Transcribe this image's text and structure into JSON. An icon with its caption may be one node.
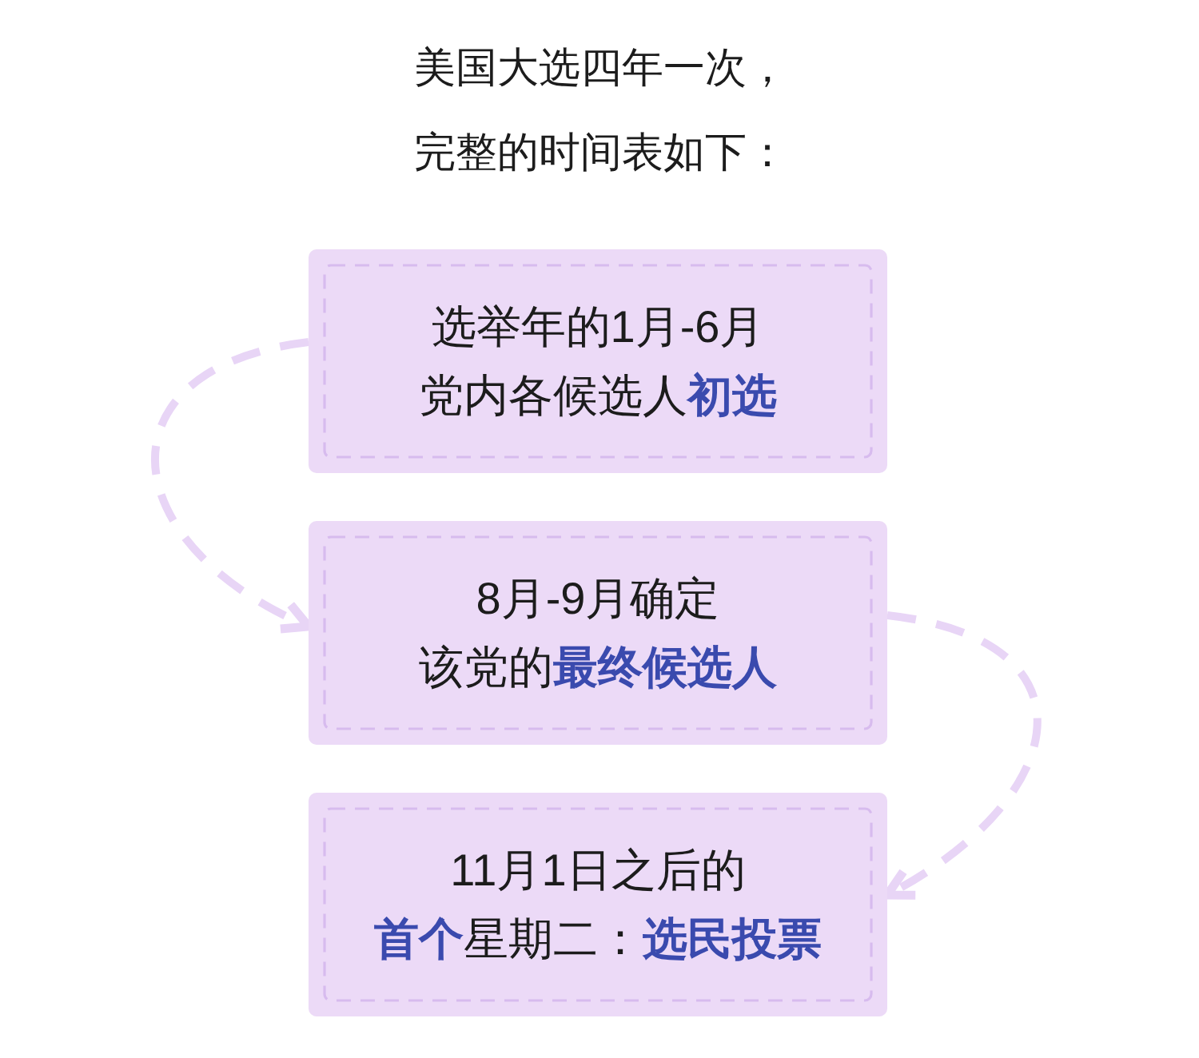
{
  "diagram": {
    "title": "美国大选四年一次，完整的时间表如下：",
    "nodes": [
      {
        "text": [
          "选举年的1月-6月党内各候选人**初选**"
        ]
      },
      {
        "text": [
          "8月-9月确定该党的**最终候选人**"
        ]
      },
      {
        "text": [
          "11月1日之后的**首个**星期二：**选民投票**"
        ]
      }
    ],
    "edges": [
      {
        "from": 0,
        "to": 1,
        "arrow": "to",
        "style": "dashed"
      },
      {
        "from": 1,
        "to": 2,
        "arrow": "to",
        "style": "dashed"
      }
    ]
  }
}
